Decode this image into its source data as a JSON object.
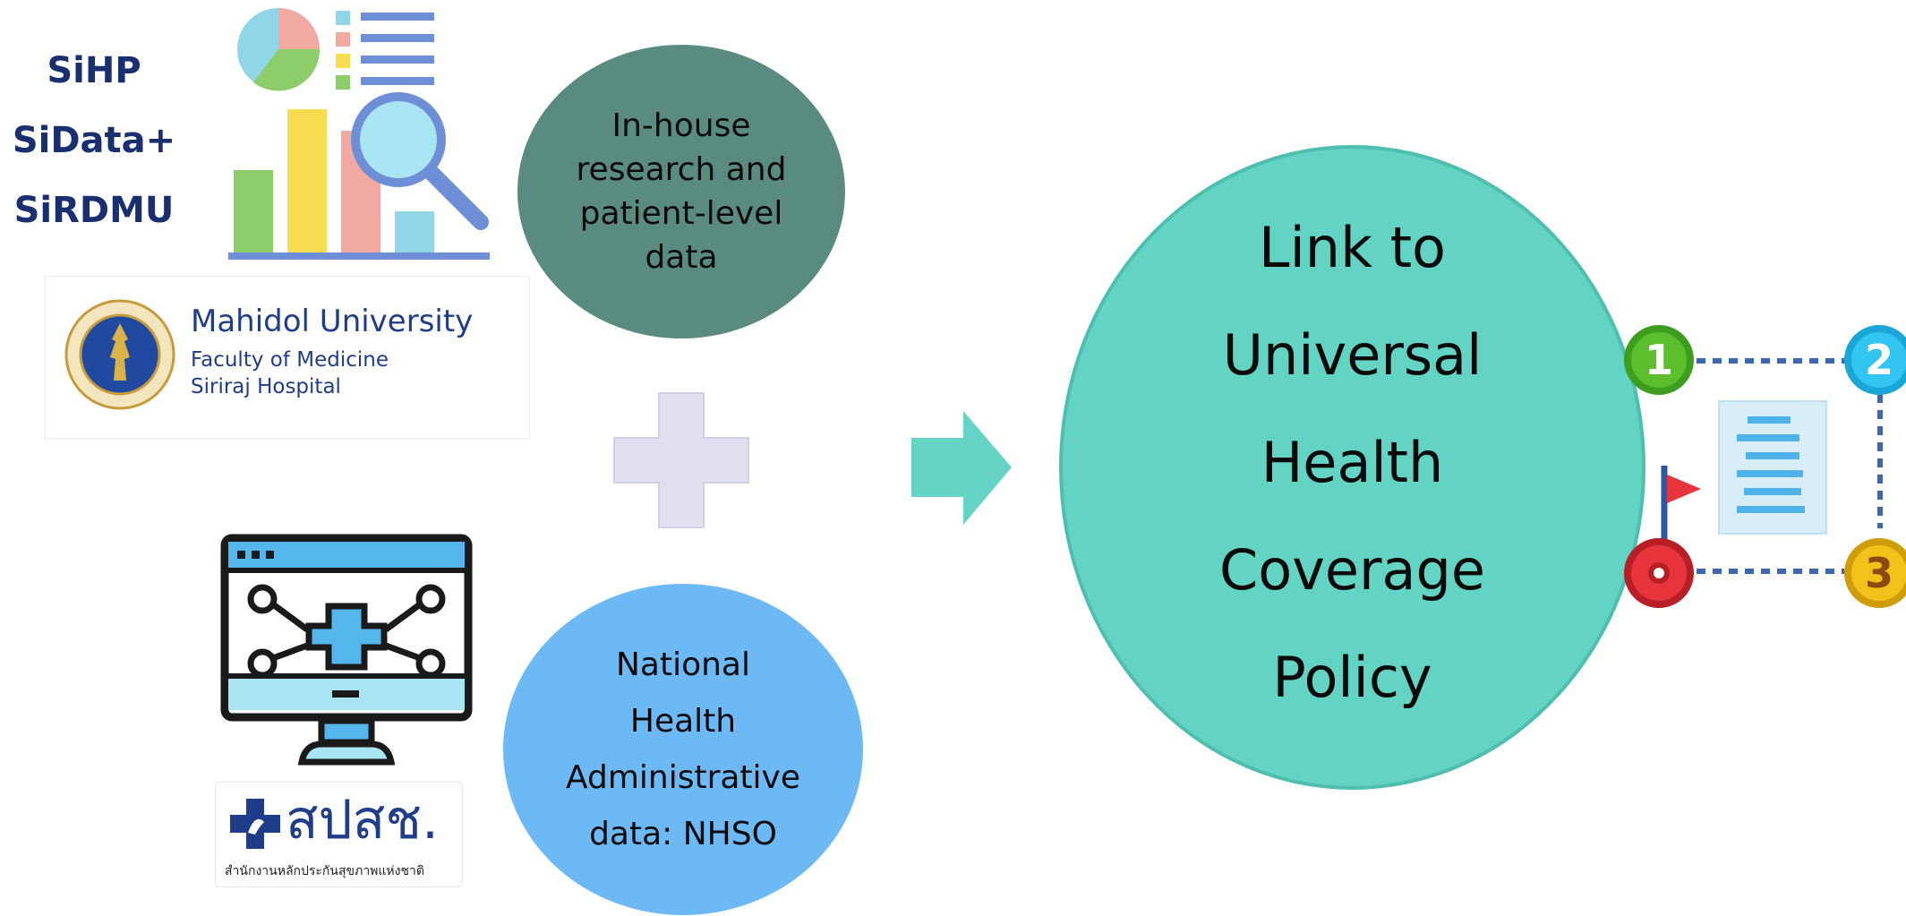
{
  "acronyms": [
    "SiHP",
    "SiData+",
    "SiRDMU"
  ],
  "mahidol": {
    "name": "Mahidol University",
    "faculty": "Faculty of Medicine",
    "hospital": "Siriraj Hospital"
  },
  "nhso": {
    "logo_text": "สปสช.",
    "subtitle": "สำนักงานหลักประกันสุขภาพแห่งชาติ"
  },
  "circles": {
    "inhouse": "In-house\nresearch  and\npatient-level\ndata",
    "national": "National\nHealth\nAdministrative\ndata:  NHSO",
    "policy": "Link  to\nUniversal\nHealth\nCoverage\nPolicy"
  },
  "steps": [
    "1",
    "2",
    "3"
  ],
  "colors": {
    "inhouse_circle": "#5a8b80",
    "national_circle": "#6cb9f5",
    "policy_circle": "#63d3c3",
    "arrow": "#66d4c4",
    "plus": "#e0e0ef",
    "navy_text": "#1a2f70"
  },
  "icons": [
    "analytics-chart-icon",
    "magnifier-icon",
    "mahidol-seal-icon",
    "medical-monitor-icon",
    "nhso-cross-icon",
    "plus-icon",
    "right-arrow-icon",
    "roadmap-icon",
    "document-icon",
    "flag-icon"
  ]
}
